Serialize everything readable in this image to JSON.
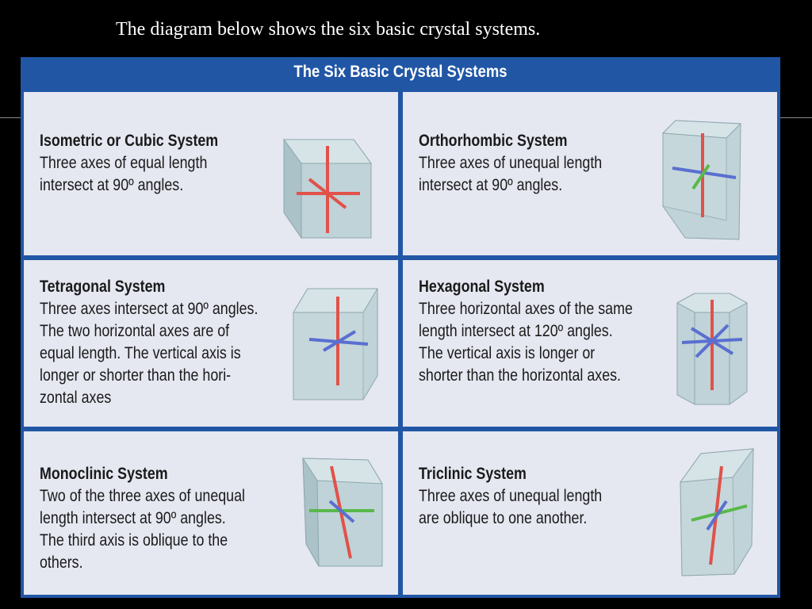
{
  "caption": "The diagram below shows the six basic crystal systems.",
  "panel_title": "The Six Basic Crystal Systems",
  "systems": [
    {
      "title": "Isometric or Cubic System",
      "lines": [
        "Three axes of equal length",
        "intersect at 90º angles."
      ]
    },
    {
      "title": "Orthorhombic System",
      "lines": [
        "Three axes of unequal length",
        "intersect at 90º angles."
      ]
    },
    {
      "title": "Tetragonal System",
      "lines": [
        "Three axes intersect at 90º angles.",
        "The two horizontal axes are of",
        "equal length. The vertical axis is",
        "longer or shorter than the hori-",
        "zontal axes"
      ]
    },
    {
      "title": "Hexagonal System",
      "lines": [
        "Three horizontal axes of the same",
        "length intersect at 120º angles.",
        "The vertical axis is longer or",
        "shorter than the horizontal axes."
      ]
    },
    {
      "title": "Monoclinic System",
      "lines": [
        "Two of the three axes of unequal",
        "length intersect at 90º angles.",
        "The third axis is oblique to the",
        "others."
      ]
    },
    {
      "title": "Triclinic System",
      "lines": [
        "Three axes of unequal length",
        "are oblique to one another."
      ]
    }
  ],
  "colors": {
    "background": "#000000",
    "header": "#2156a5",
    "cell": "#e5e7f1",
    "axis_red": "#e0524a",
    "axis_blue": "#5a6fd0",
    "axis_green": "#59b84a"
  }
}
